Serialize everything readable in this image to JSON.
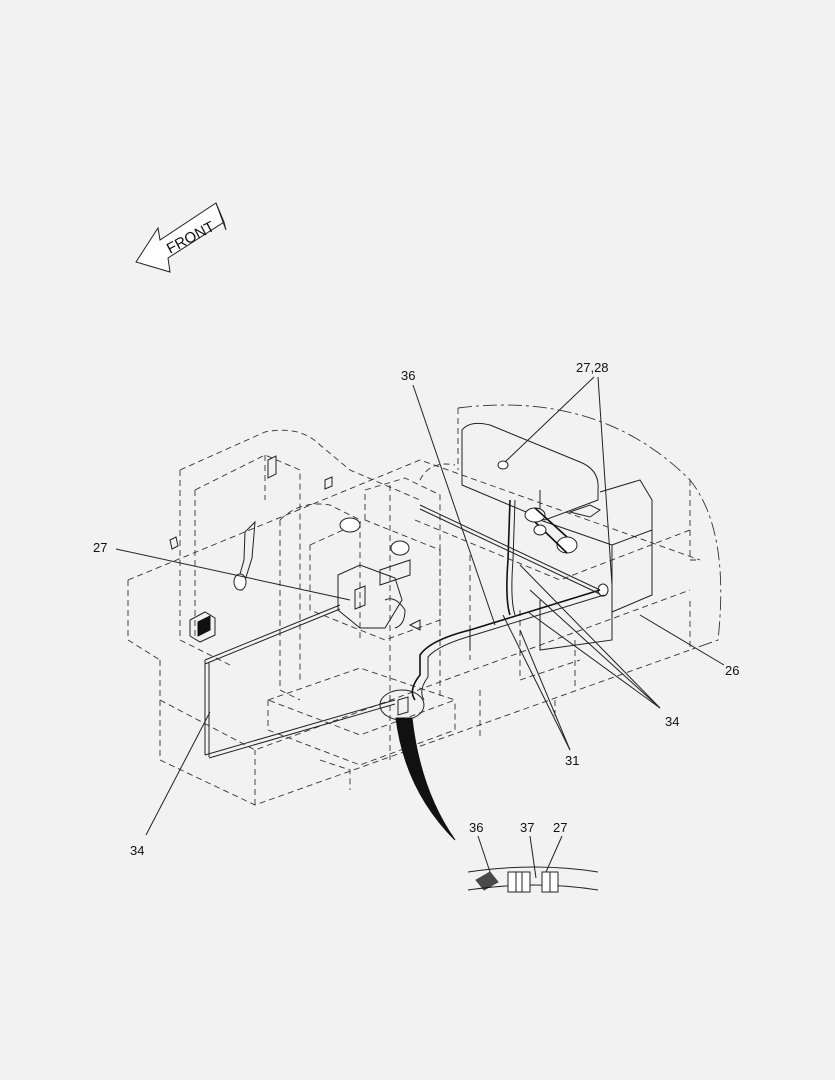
{
  "front_arrow": {
    "label": "FRONT"
  },
  "callouts": {
    "c36_top": "36",
    "c2728": "27,28",
    "c27_left": "27",
    "c26": "26",
    "c34_right": "34",
    "c31": "31",
    "c34_left": "34",
    "c36_detail": "36",
    "c37_detail": "37",
    "c27_detail": "27"
  },
  "colors": {
    "background": "#f2f2f2",
    "line": "#222222"
  }
}
